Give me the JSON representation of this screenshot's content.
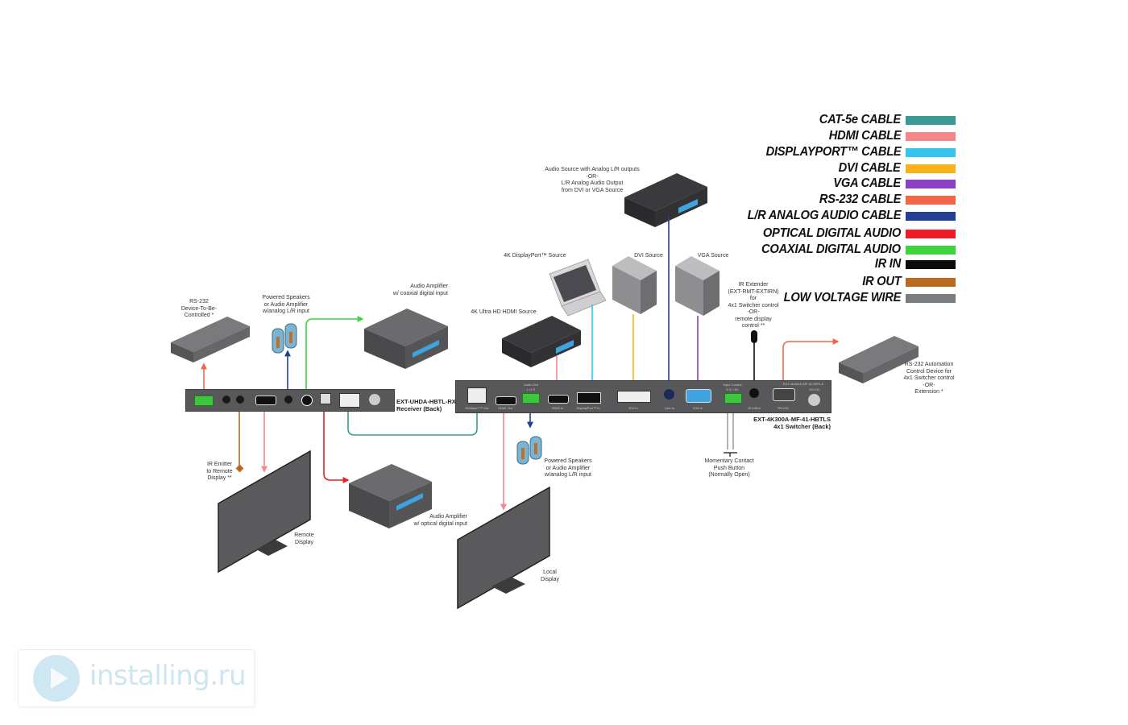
{
  "legend": {
    "items": [
      {
        "label": "CAT-5e CABLE",
        "color": "#3a9a93"
      },
      {
        "label": "HDMI CABLE",
        "color": "#f5868a"
      },
      {
        "label": "DISPLAYPORT™ CABLE",
        "color": "#35c3ef"
      },
      {
        "label": "DVI CABLE",
        "color": "#f9b318"
      },
      {
        "label": "VGA CABLE",
        "color": "#8a3fc4"
      },
      {
        "label": "RS-232 CABLE",
        "color": "#f26647"
      },
      {
        "label": "L/R ANALOG AUDIO CABLE",
        "color": "#243f94"
      },
      {
        "label": "OPTICAL DIGITAL AUDIO",
        "color": "#ee1c24"
      },
      {
        "label": "COAXIAL DIGITAL AUDIO",
        "color": "#3dd43d"
      },
      {
        "label": "IR IN",
        "color": "#0b0b0b"
      },
      {
        "label": "IR OUT",
        "color": "#b86a1e"
      },
      {
        "label": "LOW VOLTAGE WIRE",
        "color": "#7a7d80"
      }
    ]
  },
  "labels": {
    "audio_source": "Audio Source with Analog L/R outputs\n-OR-\nL/R Analog Audio Output\nfrom DVI or VGA Source",
    "dp_source": "4K DisplayPort™ Source",
    "dvi_source": "DVI Source",
    "vga_source": "VGA Source",
    "hdmi_source": "4K Ultra HD HDMI Source",
    "ir_extender": "IR Extender\n(EXT-RMT-EXTIRN)\nfor\n4x1 Switcher control\n-OR-\nremote display\ncontrol **",
    "rs232_device": "RS-232\nDevice-To-Be-\nControlled *",
    "powered_speakers_rx": "Powered Speakers\nor Audio Amplifier\nw/analog L/R input",
    "amp_coax": "Audio Amplifier\nw/ coaxial digital input",
    "ir_emitter": "IR Emitter\nto Remote\nDisplay **",
    "amp_optical": "Audio Amplifier\nw/ optical digital input",
    "remote_display": "Remote\nDisplay",
    "local_display": "Local\nDisplay",
    "powered_speakers_sw": "Powered Speakers\nor Audio Amplifier\nw/analog L/R input",
    "push_button": "Momentary Contact\nPush Button\n(Normally Open)",
    "rs232_automation": "RS-232 Automation\nControl Device for\n4x1 Switcher control\n-OR-\nExtension *"
  },
  "devices": {
    "receiver": "EXT-UHDA-HBTL-RX\nReceiver (Back)",
    "switcher": "EXT-4K300A-MF-41-HBTLS\n4x1 Switcher (Back)"
  },
  "switcher_ports": {
    "hdbaset_out": "HDBaseT™ Out",
    "hdmi_out": "HDMI Out",
    "audio_out": "Audio Out",
    "audio_out_pins": "L  G  R",
    "hdmi_in": "HDMI In",
    "dp_in": "DisplayPort™ In",
    "dvi_in": "DVI In",
    "line_in": "Line In",
    "vga_in": "VGA In",
    "input_control": "Input Control",
    "input_control_pins": "S  G  +5V",
    "ir_inext": "IR In/Ext",
    "rs232": "RS-232",
    "power": "12V DC",
    "model_small": "EXT-4K300A-MF-41-HBTLS"
  },
  "watermark": {
    "text": "installing.ru"
  }
}
